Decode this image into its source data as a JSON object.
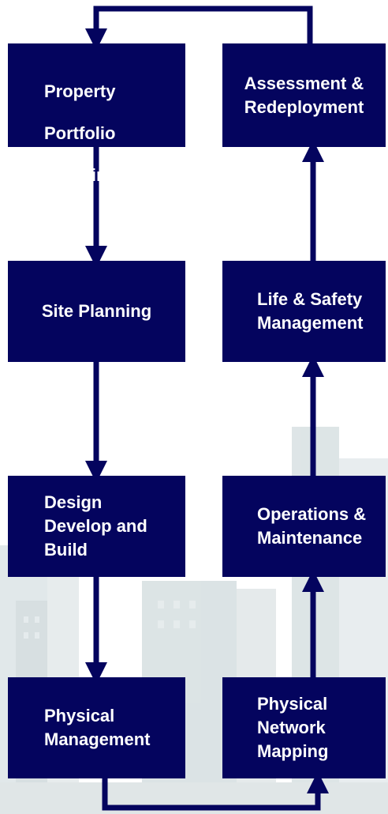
{
  "diagram": {
    "colors": {
      "box": "#04045e",
      "text": "#ffffff",
      "arrow": "#04045e"
    },
    "boxes": [
      {
        "id": "property-portfolio-planning",
        "lines": [
          "Property",
          "Portfolio",
          "Planning"
        ]
      },
      {
        "id": "site-planning",
        "lines": [
          "Site Planning"
        ]
      },
      {
        "id": "design-develop-and-build",
        "lines": [
          "Design",
          "Develop and",
          "Build"
        ]
      },
      {
        "id": "physical-management",
        "lines": [
          "Physical",
          "Management"
        ]
      },
      {
        "id": "assessment-redeployment",
        "lines": [
          "Assessment &",
          "Redeployment"
        ]
      },
      {
        "id": "life-safety-management",
        "lines": [
          "Life & Safety",
          "Management"
        ]
      },
      {
        "id": "operations-maintenance",
        "lines": [
          "Operations &",
          "Maintenance"
        ]
      },
      {
        "id": "physical-network-mapping",
        "lines": [
          "Physical",
          "Network",
          "Mapping"
        ]
      }
    ],
    "flow": [
      [
        "property-portfolio-planning",
        "site-planning"
      ],
      [
        "site-planning",
        "design-develop-and-build"
      ],
      [
        "design-develop-and-build",
        "physical-management"
      ],
      [
        "physical-management",
        "physical-network-mapping"
      ],
      [
        "physical-network-mapping",
        "operations-maintenance"
      ],
      [
        "operations-maintenance",
        "life-safety-management"
      ],
      [
        "life-safety-management",
        "assessment-redeployment"
      ],
      [
        "assessment-redeployment",
        "property-portfolio-planning"
      ]
    ]
  }
}
